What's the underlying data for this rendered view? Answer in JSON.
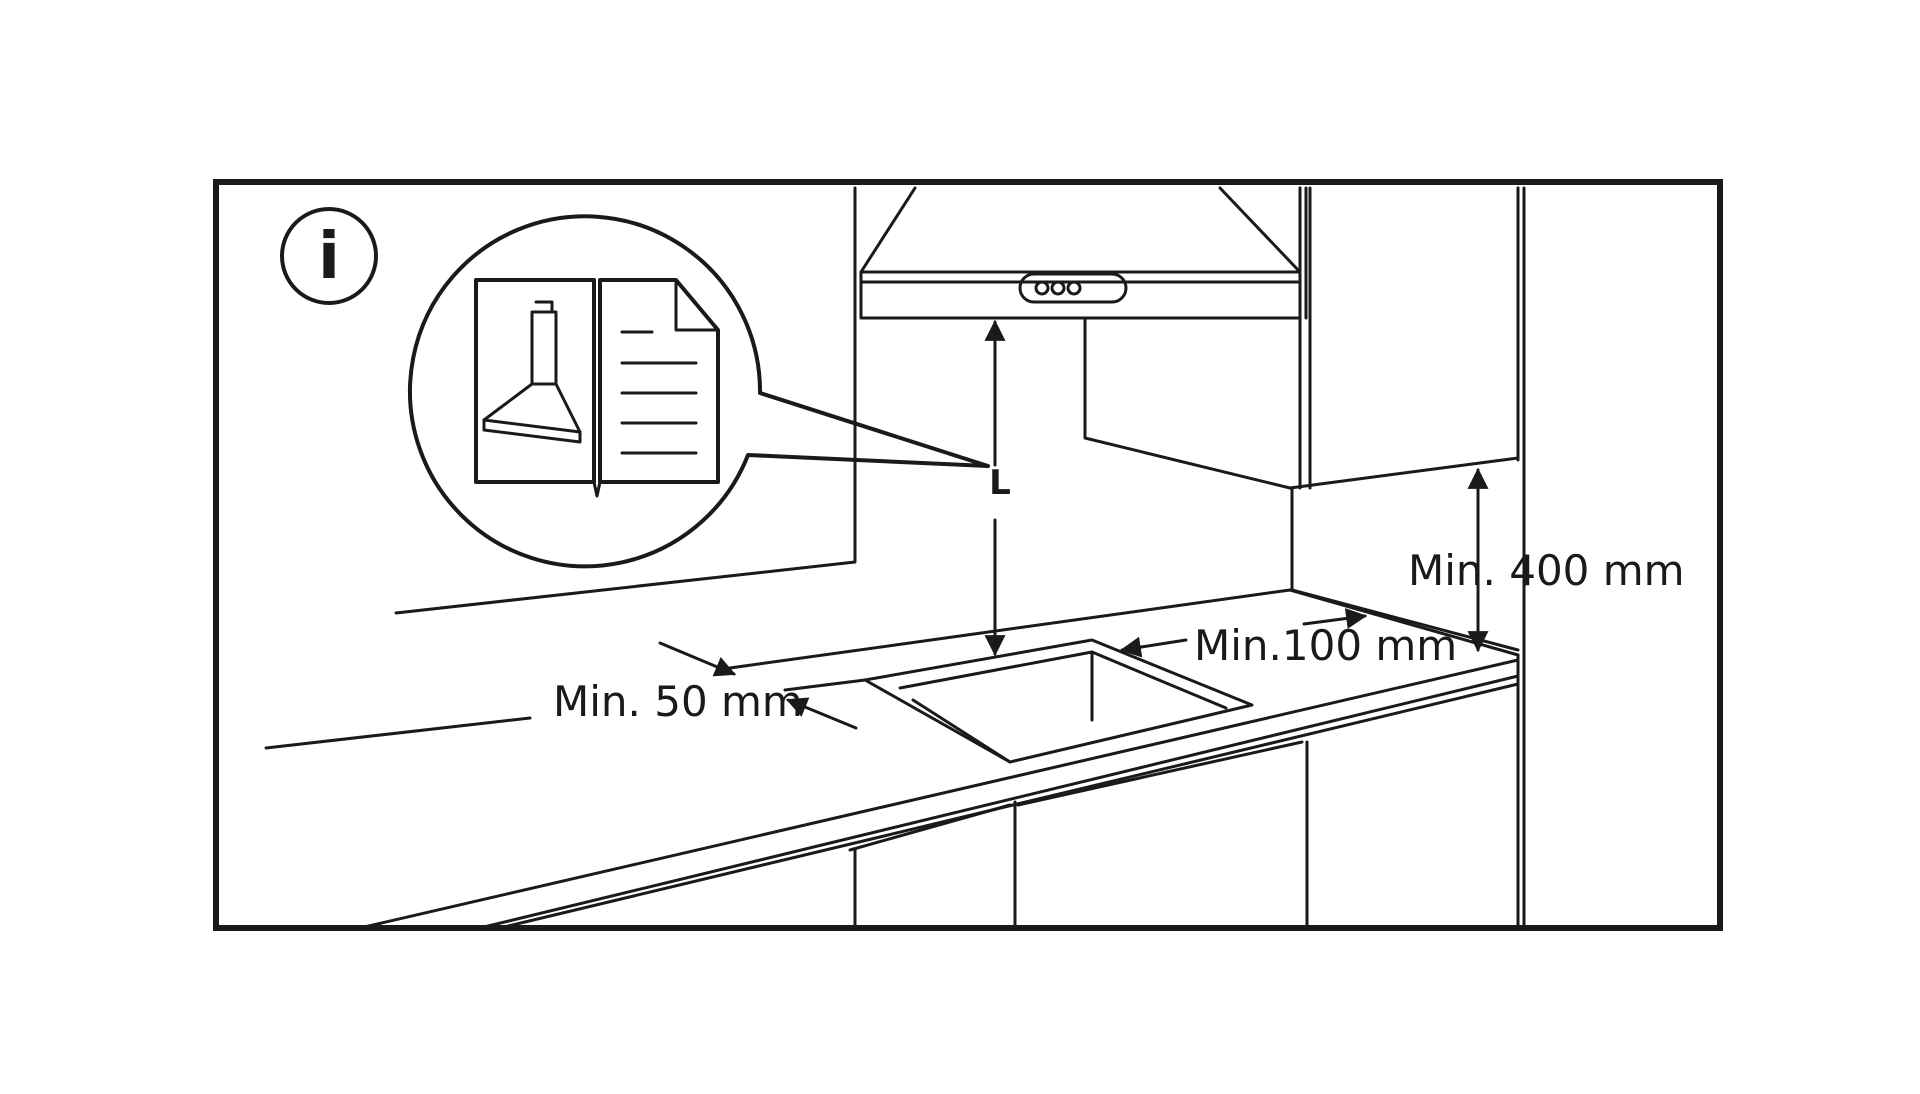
{
  "diagram": {
    "info_symbol": "i",
    "manual_icon": "hood-manual-book-icon",
    "labels": {
      "distance_l": "L",
      "min_400": "Min. 400 mm",
      "min_100": "Min.100 mm",
      "min_50": "Min. 50 mm"
    },
    "colors": {
      "stroke": "#1a1a1a",
      "background": "#ffffff"
    }
  }
}
